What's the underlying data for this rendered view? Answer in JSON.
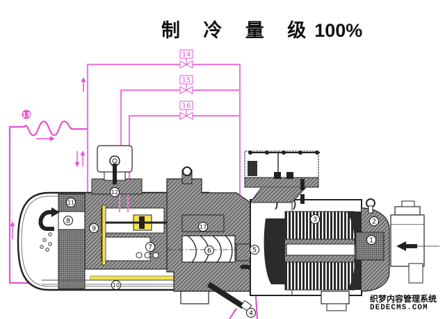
{
  "title": {
    "text_cn": "制 冷 量 级",
    "capacity_percent": "100%"
  },
  "valves": [
    {
      "id": "14",
      "label": "14"
    },
    {
      "id": "15",
      "label": "15"
    },
    {
      "id": "16",
      "label": "16"
    }
  ],
  "components": [
    {
      "id": "1",
      "label": "1"
    },
    {
      "id": "2",
      "label": "2"
    },
    {
      "id": "3",
      "label": "3"
    },
    {
      "id": "4",
      "label": "4"
    },
    {
      "id": "5",
      "label": "5"
    },
    {
      "id": "6",
      "label": "6"
    },
    {
      "id": "7",
      "label": "7"
    },
    {
      "id": "8",
      "label": "8"
    },
    {
      "id": "9",
      "label": "9"
    },
    {
      "id": "10",
      "label": "10"
    },
    {
      "id": "11",
      "label": "11"
    },
    {
      "id": "12",
      "label": "12"
    },
    {
      "id": "13",
      "label": "13"
    },
    {
      "id": "17",
      "label": "17"
    }
  ],
  "colors": {
    "oil_line": "#e84fd0",
    "oil_line_light": "#f29ae6",
    "casing_hatch": "#555555",
    "outline": "#222222",
    "highlight": "#f3e34a"
  },
  "watermark": {
    "line1": "织梦内容管理系统",
    "line2": "DEDECMS.COM"
  }
}
